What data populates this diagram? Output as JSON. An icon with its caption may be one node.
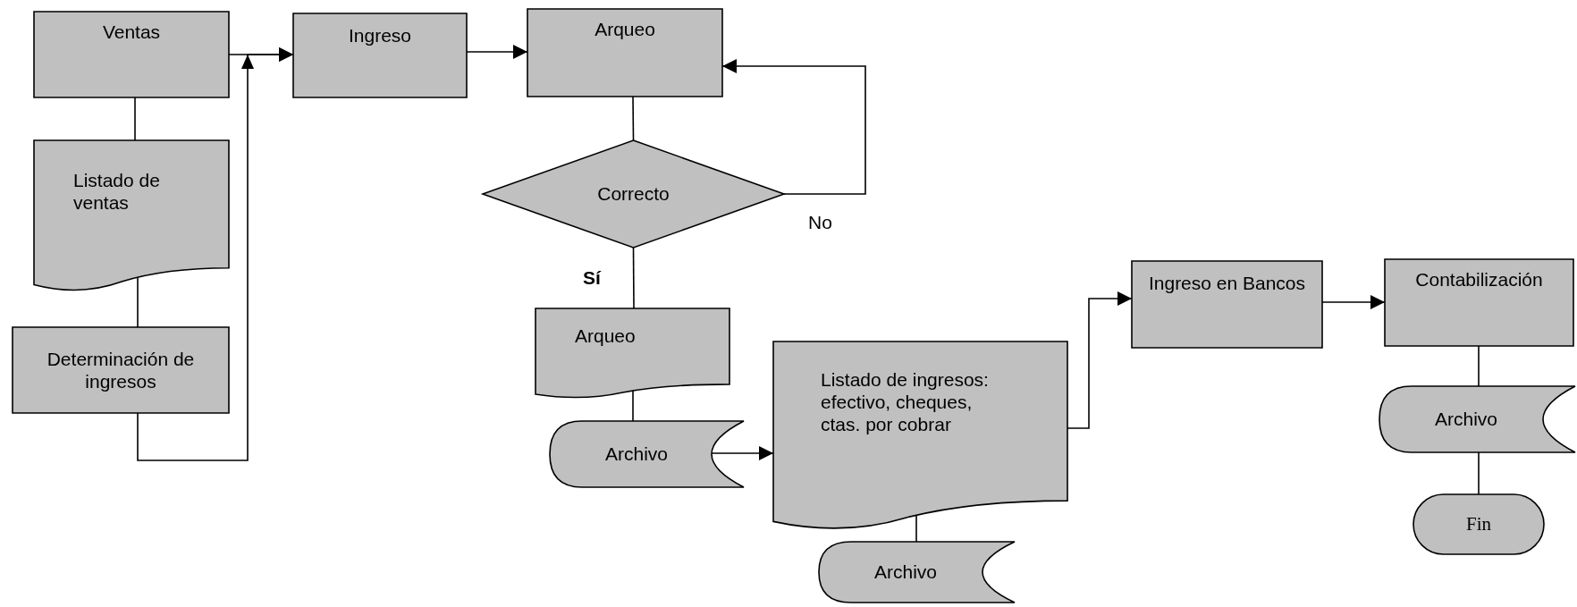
{
  "diagram": {
    "nodes": [
      {
        "text": [
          "Ventas"
        ]
      },
      {
        "text": [
          "Listado de ventas"
        ]
      },
      {
        "text": [
          "Determinación de ingresos"
        ]
      },
      {
        "text": [
          "Ingreso"
        ]
      },
      {
        "text": [
          "Arqueo"
        ]
      },
      {
        "text": [
          "Correcto"
        ]
      },
      {
        "text": [
          "Arqueo"
        ]
      },
      {
        "text": [
          "Archivo"
        ]
      },
      {
        "text": [
          "Listado de ingresos: efectivo, cheques, ctas. por cobrar"
        ]
      },
      {
        "text": [
          "Archivo"
        ]
      },
      {
        "text": [
          "Ingreso en Bancos"
        ]
      },
      {
        "text": [
          "Contabilización"
        ]
      },
      {
        "text": [
          "Archivo"
        ]
      },
      {
        "text": [
          "Fin"
        ]
      }
    ],
    "edges": [
      {
        "from": 0,
        "to": 1,
        "arrow": "none"
      },
      {
        "from": 1,
        "to": 2,
        "arrow": "none"
      },
      {
        "from": 0,
        "to": 3,
        "arrow": "to"
      },
      {
        "from": 2,
        "to": 3,
        "arrow": "to"
      },
      {
        "from": 3,
        "to": 4,
        "arrow": "to"
      },
      {
        "from": 4,
        "to": 5,
        "arrow": "none"
      },
      {
        "from": 5,
        "to": 4,
        "arrow": "to",
        "label": "No"
      },
      {
        "from": 5,
        "to": 6,
        "arrow": "none",
        "label": "**Sí**"
      },
      {
        "from": 6,
        "to": 7,
        "arrow": "none"
      },
      {
        "from": 7,
        "to": 8,
        "arrow": "to"
      },
      {
        "from": 8,
        "to": 9,
        "arrow": "none"
      },
      {
        "from": 8,
        "to": 10,
        "arrow": "to"
      },
      {
        "from": 10,
        "to": 11,
        "arrow": "to"
      },
      {
        "from": 11,
        "to": 12,
        "arrow": "none"
      },
      {
        "from": 12,
        "to": 13,
        "arrow": "none"
      }
    ]
  }
}
